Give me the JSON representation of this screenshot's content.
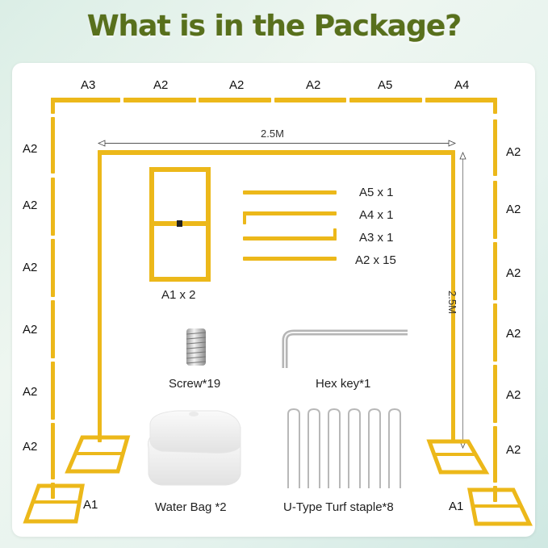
{
  "title": "What is in the Package?",
  "colors": {
    "title": "#58701c",
    "frame_yellow": "#ecb81a",
    "card_bg": "#ffffff",
    "page_bg": "#e4f2ec"
  },
  "frame": {
    "top_labels": [
      "A3",
      "A2",
      "A2",
      "A2",
      "A5",
      "A4"
    ],
    "left_labels": [
      "A2",
      "A2",
      "A2",
      "A2",
      "A2",
      "A2"
    ],
    "right_labels": [
      "A2",
      "A2",
      "A2",
      "A2",
      "A2",
      "A2"
    ],
    "base_left_label": "A1",
    "base_right_label": "A1",
    "width_dimension": "2.5M",
    "height_dimension": "2.5M"
  },
  "parts": [
    {
      "name": "A5",
      "label": "A5 x 1"
    },
    {
      "name": "A4",
      "label": "A4 x 1"
    },
    {
      "name": "A3",
      "label": "A3 x 1"
    },
    {
      "name": "A2",
      "label": "A2 x 15"
    }
  ],
  "base_part": {
    "label": "A1 x 2"
  },
  "accessories": [
    {
      "name": "screw",
      "label": "Screw*19"
    },
    {
      "name": "hex-key",
      "label": "Hex key*1"
    },
    {
      "name": "water-bag",
      "label": "Water Bag *2"
    },
    {
      "name": "turf-staple",
      "label": "U-Type Turf staple*8"
    }
  ]
}
